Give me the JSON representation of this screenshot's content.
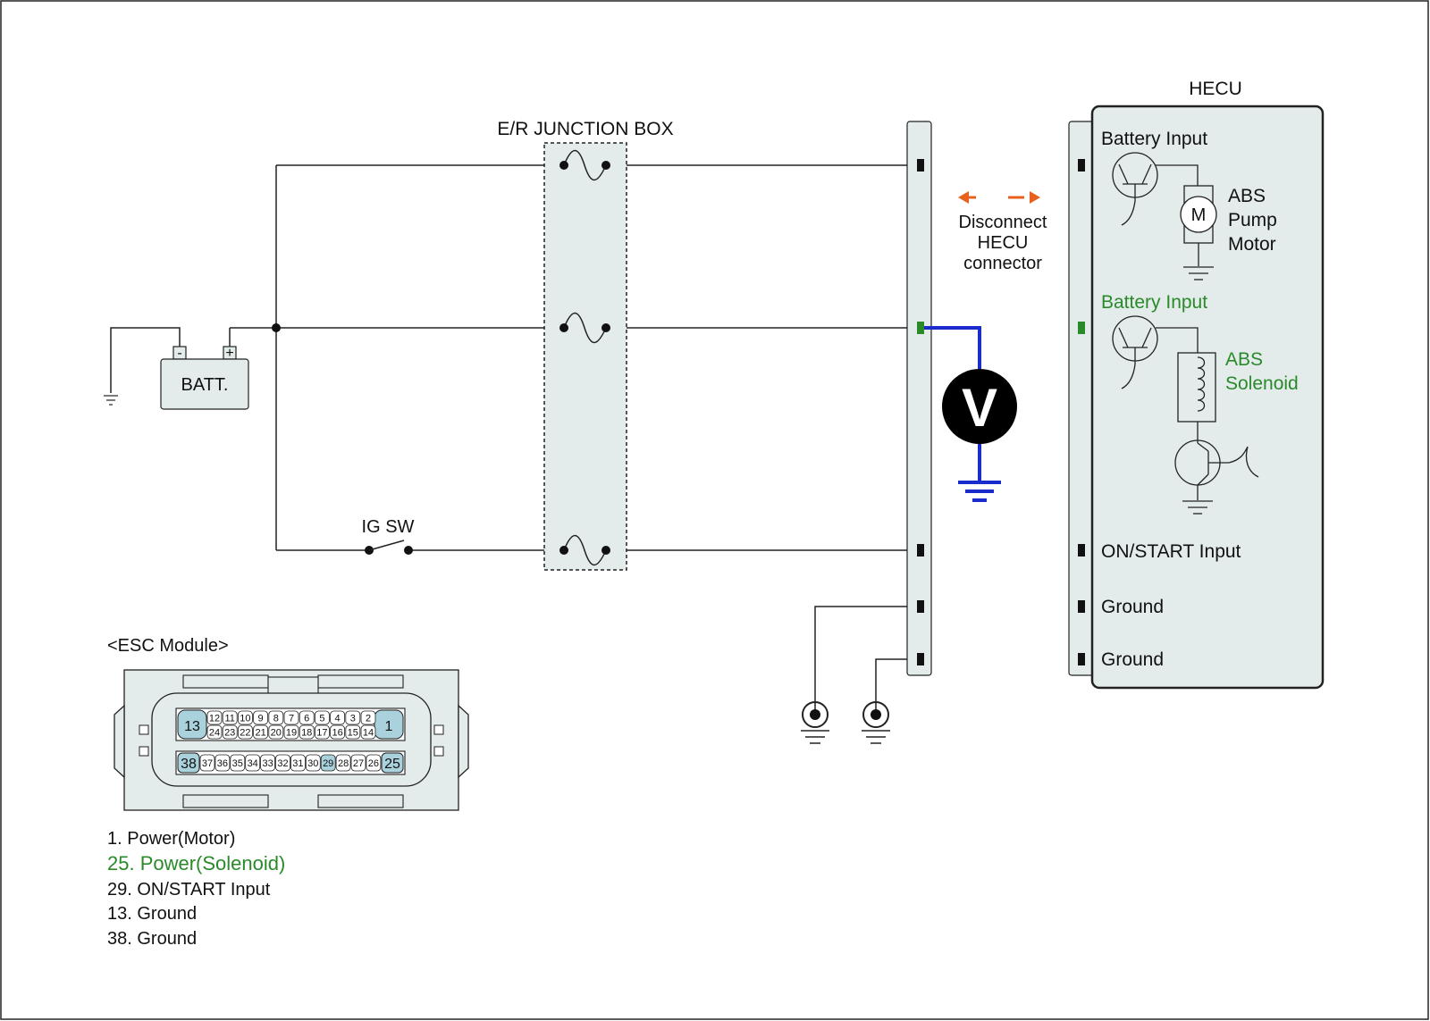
{
  "colors": {
    "panel_fill": "#e3ebeb",
    "highlight_green": "#2a8a2a",
    "meter_wire": "#1a2ccc",
    "arrow_orange": "#e8601c",
    "pin_highlight": "#a9d2dd"
  },
  "junction_box": {
    "title": "E/R JUNCTION BOX"
  },
  "battery": {
    "label": "BATT.",
    "neg_sign": "-",
    "pos_sign": "+"
  },
  "ignition_switch": {
    "label": "IG SW"
  },
  "voltmeter": {
    "symbol": "V"
  },
  "disconnect_note": {
    "line1": "Disconnect",
    "line2": "HECU",
    "line3": "connector"
  },
  "hecu": {
    "title": "HECU",
    "battery_input_1": "Battery Input",
    "motor_symbol": "M",
    "motor_line1": "ABS",
    "motor_line2": "Pump",
    "motor_line3": "Motor",
    "battery_input_2": "Battery Input",
    "solenoid_line1": "ABS",
    "solenoid_line2": "Solenoid",
    "on_start": "ON/START Input",
    "ground_1": "Ground",
    "ground_2": "Ground"
  },
  "esc_module": {
    "title": "<ESC Module>",
    "row1_big_left": "13",
    "row1_big_right": "1",
    "row1_top": [
      "12",
      "11",
      "10",
      "9",
      "8",
      "7",
      "6",
      "5",
      "4",
      "3",
      "2"
    ],
    "row1_bottom": [
      "24",
      "23",
      "22",
      "21",
      "20",
      "19",
      "18",
      "17",
      "16",
      "15",
      "14"
    ],
    "row2_big_left": "38",
    "row2_big_right": "25",
    "row2": [
      "37",
      "36",
      "35",
      "34",
      "33",
      "32",
      "31",
      "30",
      "29",
      "28",
      "27",
      "26"
    ],
    "highlighted_pin": "29"
  },
  "pin_legend": [
    {
      "text": "1. Power(Motor)",
      "highlight": false
    },
    {
      "text": "25. Power(Solenoid)",
      "highlight": true
    },
    {
      "text": "29. ON/START Input",
      "highlight": false
    },
    {
      "text": "13. Ground",
      "highlight": false
    },
    {
      "text": "38. Ground",
      "highlight": false
    }
  ]
}
